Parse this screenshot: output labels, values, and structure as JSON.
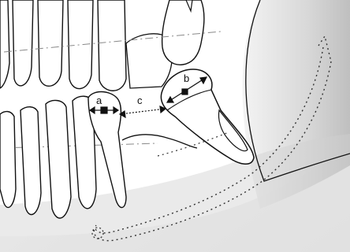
{
  "labels": {
    "a": "a",
    "b": "b",
    "c": "c"
  },
  "colors": {
    "outline": "#111111",
    "shade_light": "#e8e8e8",
    "shade_dark": "#bdbdbd",
    "tooth_fill": "#ffffff",
    "dotted_line": "#333333"
  }
}
